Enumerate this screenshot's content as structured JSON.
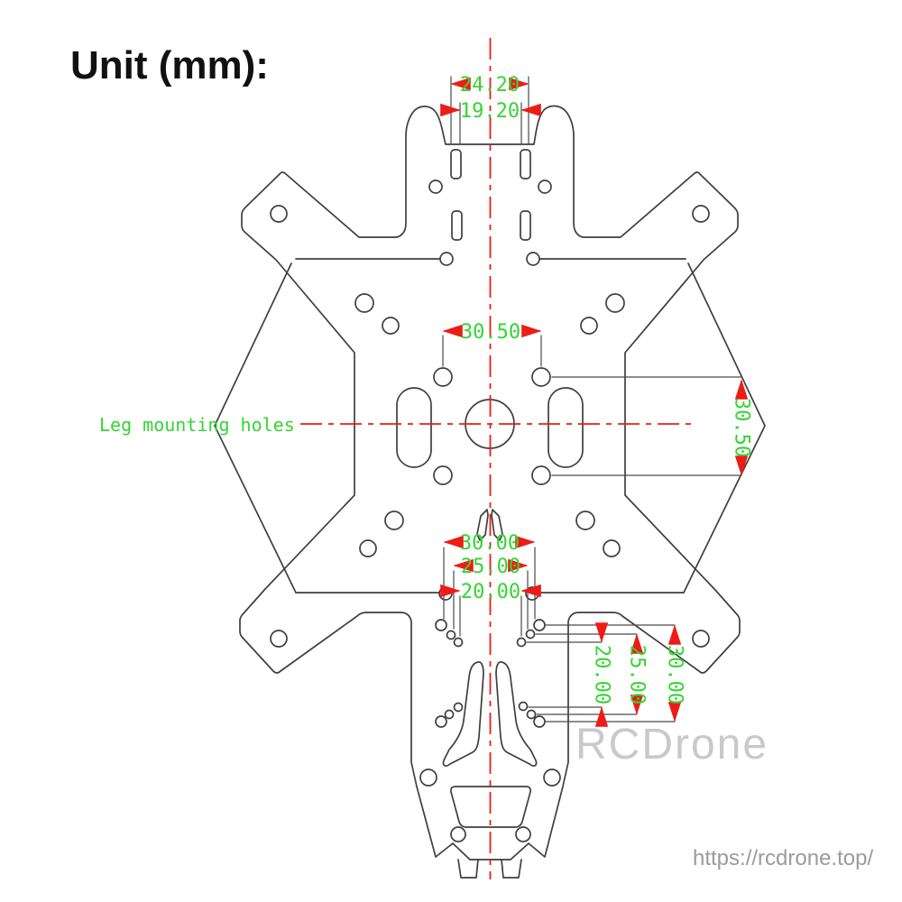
{
  "title": "Unit (mm):",
  "drawing": {
    "label_leg_mounting_holes": "Leg mounting holes",
    "dimensions": {
      "top_outer": "24.20",
      "top_inner": "19.20",
      "center_holes_horizontal": "30.50",
      "center_holes_vertical": "30.50",
      "lower_span_30": "30.00",
      "lower_span_25": "25.00",
      "lower_span_20": "20.00",
      "tail_vertical_20": "20.00",
      "tail_vertical_25": "25.00",
      "tail_vertical_30": "30.00"
    },
    "colors": {
      "outline": "#3f3f3f",
      "dimension_red": "#ed1c16",
      "dimension_green": "#35d435",
      "watermark_gray": "#c9c9c9",
      "url_gray": "#9b9b9b"
    }
  },
  "watermark": "RCDrone",
  "site_url": "https://rcdrone.top/"
}
